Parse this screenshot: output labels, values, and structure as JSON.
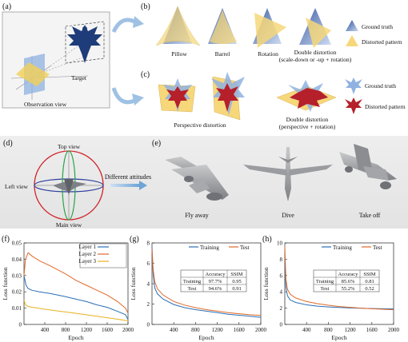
{
  "panel_a": {
    "label": "(a)",
    "target_label": "Target",
    "observation_label": "Observation view"
  },
  "panel_b": {
    "label": "(b)",
    "captions": [
      "Pillow",
      "Barrel",
      "Rotation",
      "Double distortion",
      "(scale-down or -up + rotation)"
    ],
    "legend": [
      "Ground truth",
      "Distorted pattern"
    ]
  },
  "panel_c": {
    "label": "(c)",
    "captions": [
      "Perspective distortion",
      "Double distortion",
      "(perspective + rotation)"
    ],
    "legend": [
      "Ground truth",
      "Distorted pattern"
    ]
  },
  "panel_d": {
    "label": "(d)",
    "top_view": "Top view",
    "left_view": "Left view",
    "main_view": "Main view"
  },
  "arrow_label": "Different attitudes",
  "panel_e": {
    "label": "(e)",
    "captions": [
      "Fly away",
      "Dive",
      "Take off"
    ]
  },
  "colors": {
    "navy": "#1f3c7a",
    "gold": "#f6d77a",
    "red": "#b5202b",
    "steel": "#7fa2cf",
    "blue_line": "#2a6fb5",
    "orange_line": "#e0692a",
    "yellow_line": "#e8b122"
  },
  "chart_data": [
    {
      "type": "line",
      "panel": "(f)",
      "xlabel": "Epoch",
      "ylabel": "Loss function",
      "xlim": [
        0,
        2000
      ],
      "ylim": [
        0,
        0.05
      ],
      "xticks": [
        400,
        800,
        1200,
        1600,
        2000
      ],
      "yticks": [
        0,
        0.01,
        0.02,
        0.03,
        0.04,
        0.05
      ],
      "legend_position": "top-right",
      "series": [
        {
          "name": "Layer 1",
          "color": "#2a6fb5",
          "x": [
            0,
            40,
            80,
            150,
            300,
            500,
            800,
            1000,
            1200,
            1400,
            1600,
            1800,
            1950,
            2000
          ],
          "y": [
            0.03,
            0.024,
            0.022,
            0.021,
            0.02,
            0.019,
            0.017,
            0.0155,
            0.014,
            0.012,
            0.0105,
            0.008,
            0.006,
            0.003
          ]
        },
        {
          "name": "Layer 2",
          "color": "#e0692a",
          "x": [
            0,
            30,
            80,
            150,
            300,
            500,
            800,
            1000,
            1200,
            1400,
            1600,
            1800,
            1950,
            2000
          ],
          "y": [
            0.03,
            0.04,
            0.044,
            0.042,
            0.039,
            0.036,
            0.031,
            0.027,
            0.024,
            0.021,
            0.018,
            0.014,
            0.01,
            0.007
          ]
        },
        {
          "name": "Layer 3",
          "color": "#e8b122",
          "x": [
            0,
            30,
            80,
            300,
            600,
            1000,
            1400,
            1800,
            2000
          ],
          "y": [
            0.015,
            0.012,
            0.011,
            0.0098,
            0.0085,
            0.0068,
            0.005,
            0.0032,
            0.0022
          ]
        }
      ]
    },
    {
      "type": "line",
      "panel": "(g)",
      "xlabel": "Epoch",
      "ylabel": "Loss function",
      "xlim": [
        0,
        2000
      ],
      "ylim": [
        0,
        8
      ],
      "xticks": [
        400,
        800,
        1200,
        1600,
        2000
      ],
      "yticks": [
        0,
        2,
        4,
        6,
        8
      ],
      "legend_position": "top-right",
      "series": [
        {
          "name": "Training",
          "color": "#2a6fb5",
          "x": [
            0,
            20,
            50,
            100,
            200,
            400,
            600,
            800,
            1000,
            1200,
            1400,
            1600,
            1800,
            2000
          ],
          "y": [
            7.6,
            5.0,
            3.6,
            3.0,
            2.5,
            1.95,
            1.65,
            1.45,
            1.3,
            1.15,
            1.0,
            0.9,
            0.8,
            0.7
          ]
        },
        {
          "name": "Test",
          "color": "#e0692a",
          "x": [
            0,
            20,
            50,
            100,
            200,
            400,
            600,
            800,
            1000,
            1200,
            1400,
            1600,
            1800,
            2000
          ],
          "y": [
            7.4,
            5.4,
            4.2,
            3.5,
            2.9,
            2.25,
            1.9,
            1.65,
            1.45,
            1.3,
            1.15,
            1.05,
            0.95,
            0.88
          ]
        }
      ],
      "table": {
        "columns": [
          "",
          "Accuracy",
          "SSIM"
        ],
        "rows": [
          [
            "Training",
            "97.7%",
            "0.95"
          ],
          [
            "Test",
            "94.6%",
            "0.91"
          ]
        ]
      }
    },
    {
      "type": "line",
      "panel": "(h)",
      "xlabel": "Epoch",
      "ylabel": "Loss function",
      "xlim": [
        0,
        2000
      ],
      "ylim": [
        0,
        10
      ],
      "xticks": [
        400,
        800,
        1200,
        1600,
        2000
      ],
      "yticks": [
        0,
        2,
        4,
        6,
        8,
        10
      ],
      "legend_position": "top-right",
      "series": [
        {
          "name": "Training",
          "color": "#2a6fb5",
          "x": [
            0,
            20,
            50,
            100,
            200,
            400,
            600,
            800,
            1000,
            1200,
            1400,
            1600,
            1800,
            2000
          ],
          "y": [
            8.0,
            4.6,
            3.5,
            3.0,
            2.7,
            2.4,
            2.25,
            2.15,
            2.08,
            2.02,
            1.98,
            1.95,
            1.92,
            1.9
          ]
        },
        {
          "name": "Test",
          "color": "#e0692a",
          "x": [
            0,
            20,
            50,
            100,
            200,
            400,
            600,
            800,
            1000,
            1200,
            1400,
            1600,
            1800,
            2000
          ],
          "y": [
            9.6,
            5.5,
            4.3,
            3.7,
            3.25,
            2.8,
            2.55,
            2.35,
            2.2,
            2.1,
            2.0,
            1.92,
            1.86,
            1.8
          ]
        }
      ],
      "table": {
        "columns": [
          "",
          "Accuracy",
          "SSIM"
        ],
        "rows": [
          [
            "Training",
            "85.6%",
            "0.81"
          ],
          [
            "Test",
            "55.2%",
            "0.52"
          ]
        ]
      }
    }
  ]
}
